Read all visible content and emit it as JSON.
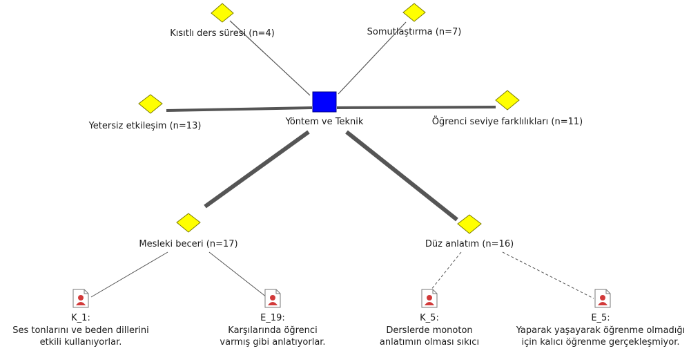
{
  "colors": {
    "center_node": "#0000ff",
    "code_node": "#ffff00",
    "code_node_stroke": "#7a7a00",
    "edge": "#555555",
    "doc_icon_accent": "#d23a3a"
  },
  "center": {
    "label": "Yöntem ve Teknik",
    "icon": "blue-square-icon"
  },
  "codes": [
    {
      "id": "kisitli",
      "label": "Kısıtlı ders süresi (n=4)",
      "icon": "diamond-icon"
    },
    {
      "id": "somut",
      "label": "Somutlaştırma (n=7)",
      "icon": "diamond-icon"
    },
    {
      "id": "yetersiz",
      "label": "Yetersiz etkileşim  (n=13)",
      "icon": "diamond-icon"
    },
    {
      "id": "ogrenci",
      "label": "Öğrenci seviye farklılıkları (n=11)",
      "icon": "diamond-icon"
    },
    {
      "id": "mesleki",
      "label": "Mesleki beceri (n=17)",
      "icon": "diamond-icon"
    },
    {
      "id": "duz",
      "label": "Düz anlatım (n=16)",
      "icon": "diamond-icon"
    }
  ],
  "quotes": [
    {
      "id": "k1",
      "code": "K_1:",
      "lines": [
        "Ses tonlarını ve beden dillerini",
        "etkili kullanıyorlar."
      ],
      "icon": "document-user-icon"
    },
    {
      "id": "e19",
      "code": "E_19:",
      "lines": [
        "Karşılarında öğrenci",
        "varmış gibi anlatıyorlar."
      ],
      "icon": "document-user-icon"
    },
    {
      "id": "k5",
      "code": "K_5:",
      "lines": [
        "Derslerde monoton",
        "anlatımın olması sıkıcı"
      ],
      "icon": "document-user-icon"
    },
    {
      "id": "e5",
      "code": "E_5:",
      "lines": [
        "Yaparak yaşayarak öğrenme olmadığı",
        "için kalıcı öğrenme gerçekleşmiyor."
      ],
      "icon": "document-user-icon"
    }
  ]
}
